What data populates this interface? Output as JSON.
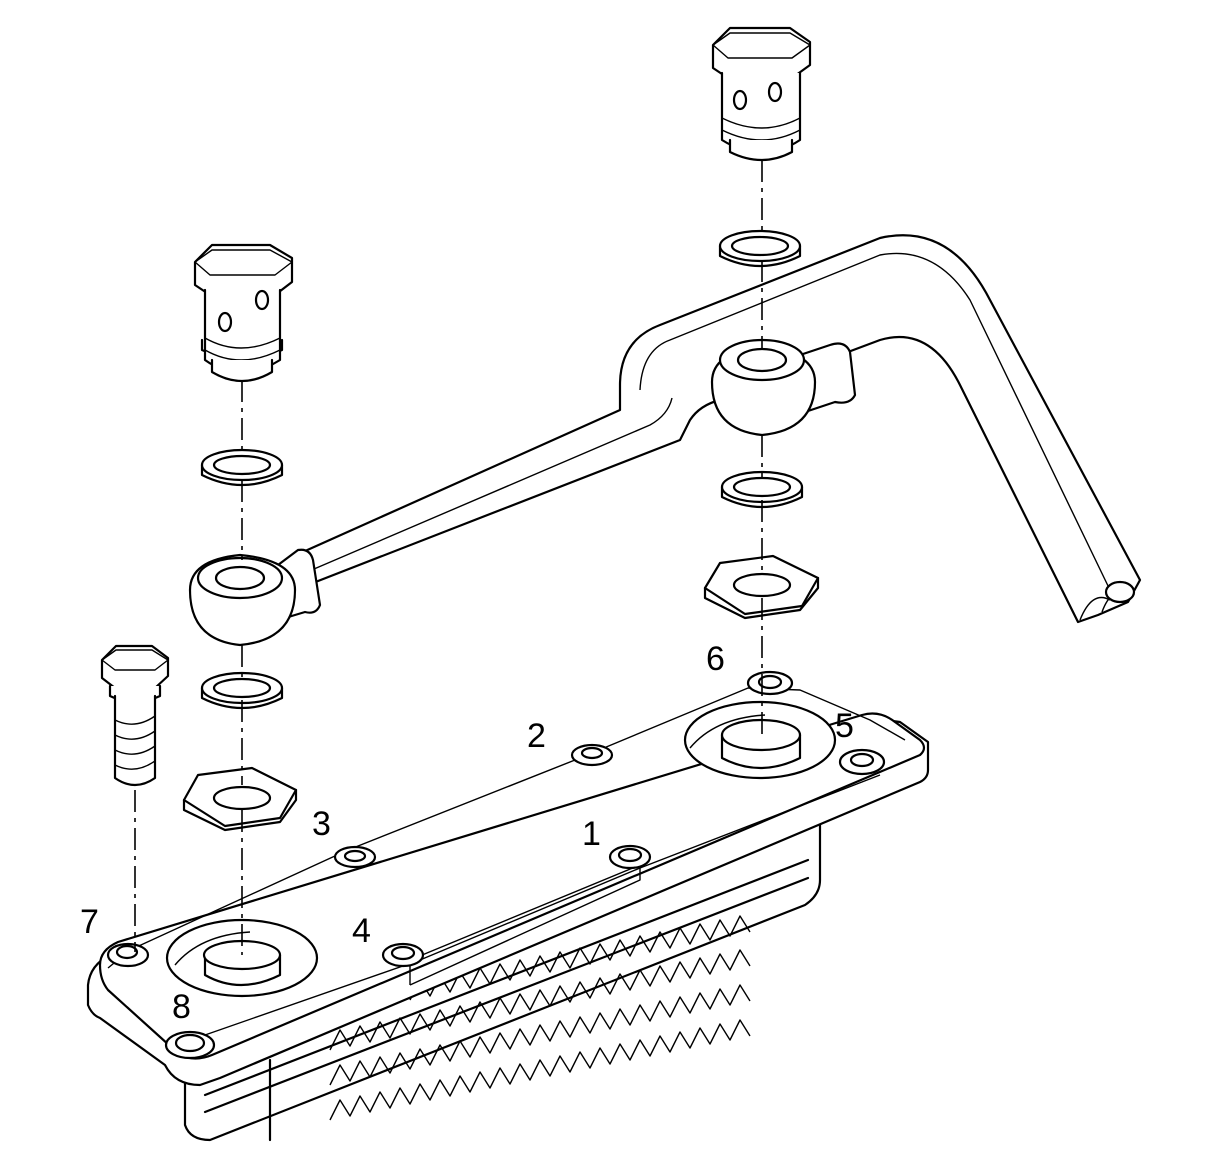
{
  "callouts": {
    "c1": "1",
    "c2": "2",
    "c3": "3",
    "c4": "4",
    "c5": "5",
    "c6": "6",
    "c7": "7",
    "c8": "8"
  }
}
